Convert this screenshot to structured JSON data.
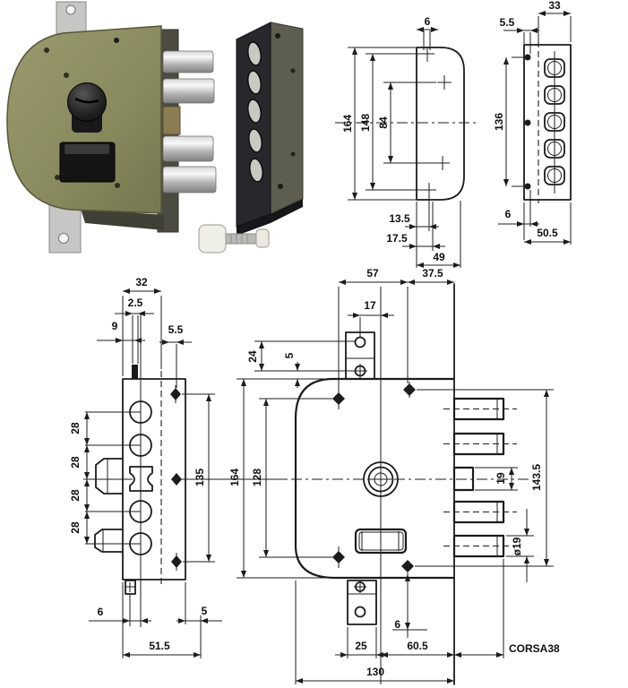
{
  "sheet": {
    "description": "security lock technical sheet"
  },
  "colors": {
    "line": "#1c1c1c",
    "lock_body_olive": "#8d8d62",
    "knob_black": "#1d1d1d",
    "chrome_light": "#f2f2f2",
    "chrome_dark": "#8a8a8a",
    "strap_grey": "#c6c6c4",
    "strike_plate_dark": "#28282c",
    "strike_plate_side": "#5d5d50",
    "brass": "#8c7c52"
  },
  "drawings": {
    "side_view": {
      "fix_hole": "6",
      "height": "164",
      "outer_span": "148",
      "inner_span": "84",
      "off1": "13.5",
      "off2": "17.5",
      "depth": "49"
    },
    "strike_view": {
      "width": "33",
      "top_off": "5.5",
      "span": "136",
      "bot_off": "6",
      "depth": "50.5"
    },
    "faceplate_view": {
      "top_width": "32",
      "slot": "2.5",
      "off_l": "9",
      "off_r": "5.5",
      "pitch": "28",
      "span": "135",
      "bot_a": "6",
      "bot_b": "5",
      "width": "51.5"
    },
    "body_view": {
      "screws_h": "57",
      "face_off": "37.5",
      "tab_holes": "17",
      "tab_pitch": "24",
      "tab_gap": "5",
      "height": "164",
      "span": "128",
      "latch": "19",
      "span_right": "143.5",
      "bolt_dia": "ø19",
      "tab_w": "25",
      "center_face": "60.5",
      "edge": "6",
      "stroke": "CORSA38",
      "width": "130"
    }
  }
}
